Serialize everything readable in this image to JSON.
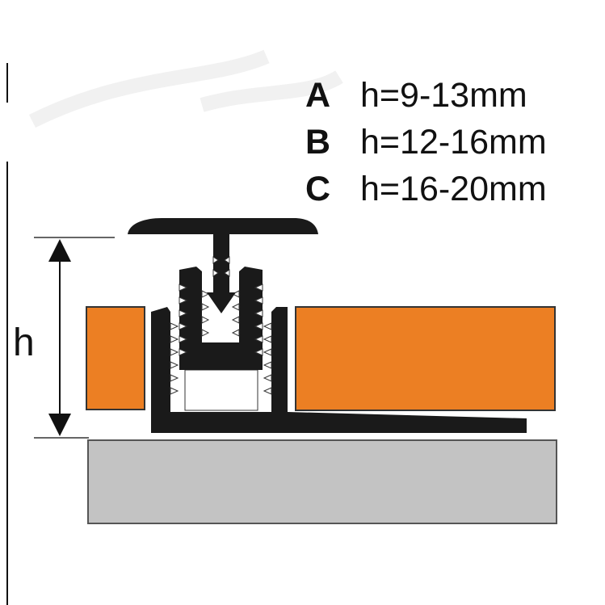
{
  "legend": {
    "rows": [
      {
        "letter": "A",
        "value": "h=9-13mm"
      },
      {
        "letter": "B",
        "value": "h=12-16mm"
      },
      {
        "letter": "C",
        "value": "h=16-20mm"
      }
    ]
  },
  "dimension": {
    "label": "h"
  },
  "colors": {
    "tile": "#ec7f23",
    "substrate": "#c3c3c3",
    "profile": "#1a1a1a",
    "outline": "#333333"
  }
}
